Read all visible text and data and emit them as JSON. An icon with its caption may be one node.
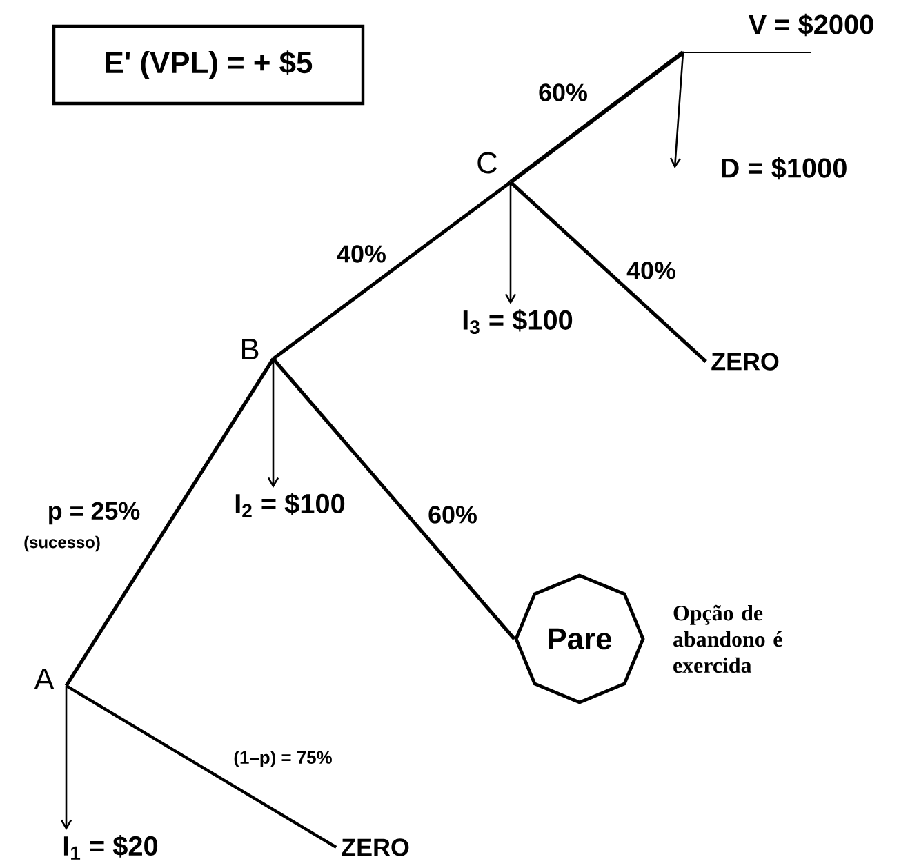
{
  "diagram": {
    "nodes": [
      {
        "text": [
          "E' (VPL) = + $5"
        ]
      },
      {
        "text": [
          "A"
        ]
      },
      {
        "text": [
          "B"
        ]
      },
      {
        "text": [
          "C"
        ]
      },
      {
        "text": [],
        "shape": "point"
      },
      {
        "text": [
          "V = $2000"
        ]
      },
      {
        "text": [
          "D = $1000"
        ]
      },
      {
        "text": [
          "I$_{3}$ = $100"
        ]
      },
      {
        "text": [
          "ZERO"
        ]
      },
      {
        "text": [
          "I$_{2}$ = $100"
        ]
      },
      {
        "text": [
          "Pare"
        ],
        "beside": [
          "Opção de abandono é exercida"
        ]
      },
      {
        "text": [
          "I$_{1}$ = $20"
        ]
      },
      {
        "text": [
          "ZERO"
        ]
      }
    ],
    "edges": [
      {
        "from": 1,
        "to": 2,
        "arrow": "none",
        "label": "p = 25%"
      },
      {
        "from": 1,
        "to": 11,
        "arrow": "to"
      },
      {
        "from": 1,
        "to": 12,
        "arrow": "none",
        "label": "(1–p) = 75%"
      },
      {
        "from": 2,
        "to": 3,
        "arrow": "none",
        "label": "40%"
      },
      {
        "from": 2,
        "to": 9,
        "arrow": "to"
      },
      {
        "from": 2,
        "to": 10,
        "arrow": "none",
        "label": "60%"
      },
      {
        "from": 3,
        "to": 4,
        "arrow": "none",
        "label": "60%"
      },
      {
        "from": 3,
        "to": 7,
        "arrow": "to"
      },
      {
        "from": 3,
        "to": 8,
        "arrow": "none",
        "label": "40%"
      },
      {
        "from": 4,
        "to": 5,
        "arrow": "none"
      },
      {
        "from": 4,
        "to": 6,
        "arrow": "to"
      }
    ],
    "labels": [
      "(sucesso)"
    ]
  }
}
